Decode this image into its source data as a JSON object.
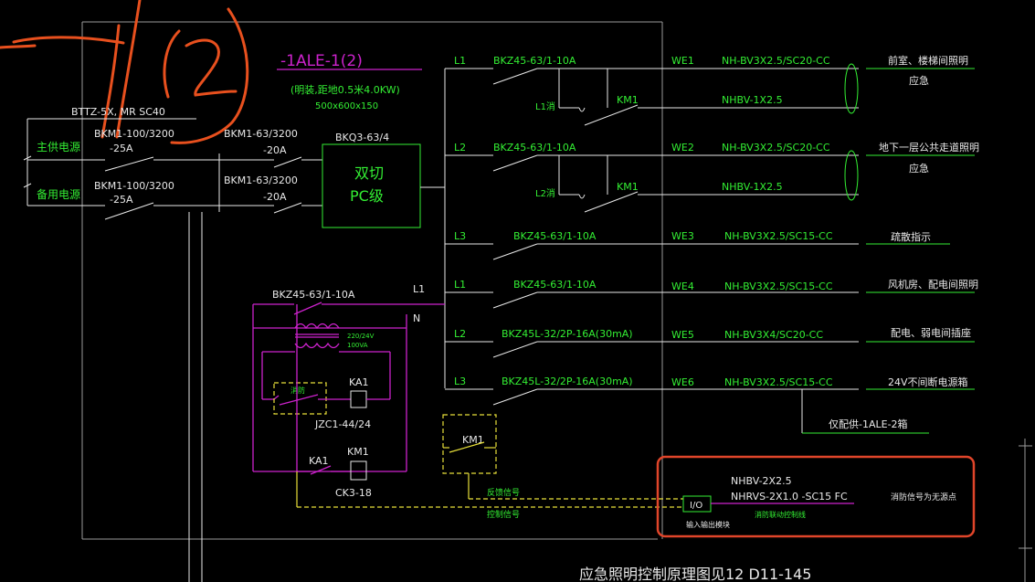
{
  "main_title": "-1ALE-1(2)",
  "cabinet": {
    "note": "(明装,距地0.5米4.0KW)",
    "size": "500x600x150"
  },
  "incoming": {
    "cable": "BTTZ-5X,  MR SC40",
    "main_label": "主供电源",
    "backup_label": "备用电源",
    "breaker_a": "BKM1-100/3200",
    "breaker_a_rating": "-25A",
    "breaker_b": "BKM1-63/3200",
    "breaker_b_rating": "-20A"
  },
  "ats": {
    "model": "BKQ3-63/4",
    "line1": "双切",
    "line2": "PC级"
  },
  "outgoing": [
    {
      "phase": "L1",
      "breaker": "BKZ45-63/1-10A",
      "circuit": "WE1",
      "cable": "NH-BV3X2.5/SC20-CC",
      "load": "前室、楼梯间照明",
      "sub": "应急",
      "ctrl_label": "L1消",
      "relay": "KM1",
      "ctrl_cable": "NHBV-1X2.5"
    },
    {
      "phase": "L2",
      "breaker": "BKZ45-63/1-10A",
      "circuit": "WE2",
      "cable": "NH-BV3X2.5/SC20-CC",
      "load": "地下一层公共走道照明",
      "sub": "应急",
      "ctrl_label": "L2消",
      "relay": "KM1",
      "ctrl_cable": "NHBV-1X2.5"
    },
    {
      "phase": "L3",
      "breaker": "BKZ45-63/1-10A",
      "circuit": "WE3",
      "cable": "NH-BV3X2.5/SC15-CC",
      "load": "疏散指示"
    },
    {
      "phase": "L1",
      "breaker": "BKZ45-63/1-10A",
      "circuit": "WE4",
      "cable": "NH-BV3X2.5/SC15-CC",
      "load": "风机房、配电间照明"
    },
    {
      "phase": "L2",
      "breaker": "BKZ45L-32/2P-16A(30mA)",
      "circuit": "WE5",
      "cable": "NH-BV3X4/SC20-CC",
      "load": "配电、弱电间插座"
    },
    {
      "phase": "L3",
      "breaker": "BKZ45L-32/2P-16A(30mA)",
      "circuit": "WE6",
      "cable": "NH-BV3X2.5/SC15-CC",
      "load": "24V不间断电源箱"
    }
  ],
  "ups_note": "仅配供-1ALE-2箱",
  "control": {
    "breaker": "BKZ45-63/1-10A",
    "l1": "L1",
    "n": "N",
    "transformer": "220/24V",
    "transformer_power": "100VA",
    "fire_contact": "消防",
    "ka1": "KA1",
    "relay_model": "JZC1-44/24",
    "km1": "KM1",
    "contactor_model": "CK3-18",
    "feedback_label": "反馈信号",
    "control_label": "控制信号"
  },
  "io_module": {
    "label": "I/O",
    "name": "输入输出模块",
    "cable1": "NHBV-2X2.5",
    "cable2": "NHRVS-2X1.0 -SC15 FC",
    "link_label": "消防联动控制线",
    "note": "消防信号为无源点"
  },
  "footer_title": "应急照明控制原理图见12 D11-145",
  "colors": {
    "green": "#33ee33",
    "magenta": "#cc22cc",
    "yellow": "#e8e03a",
    "orange": "#e8501e",
    "red_box": "#e0452a"
  }
}
